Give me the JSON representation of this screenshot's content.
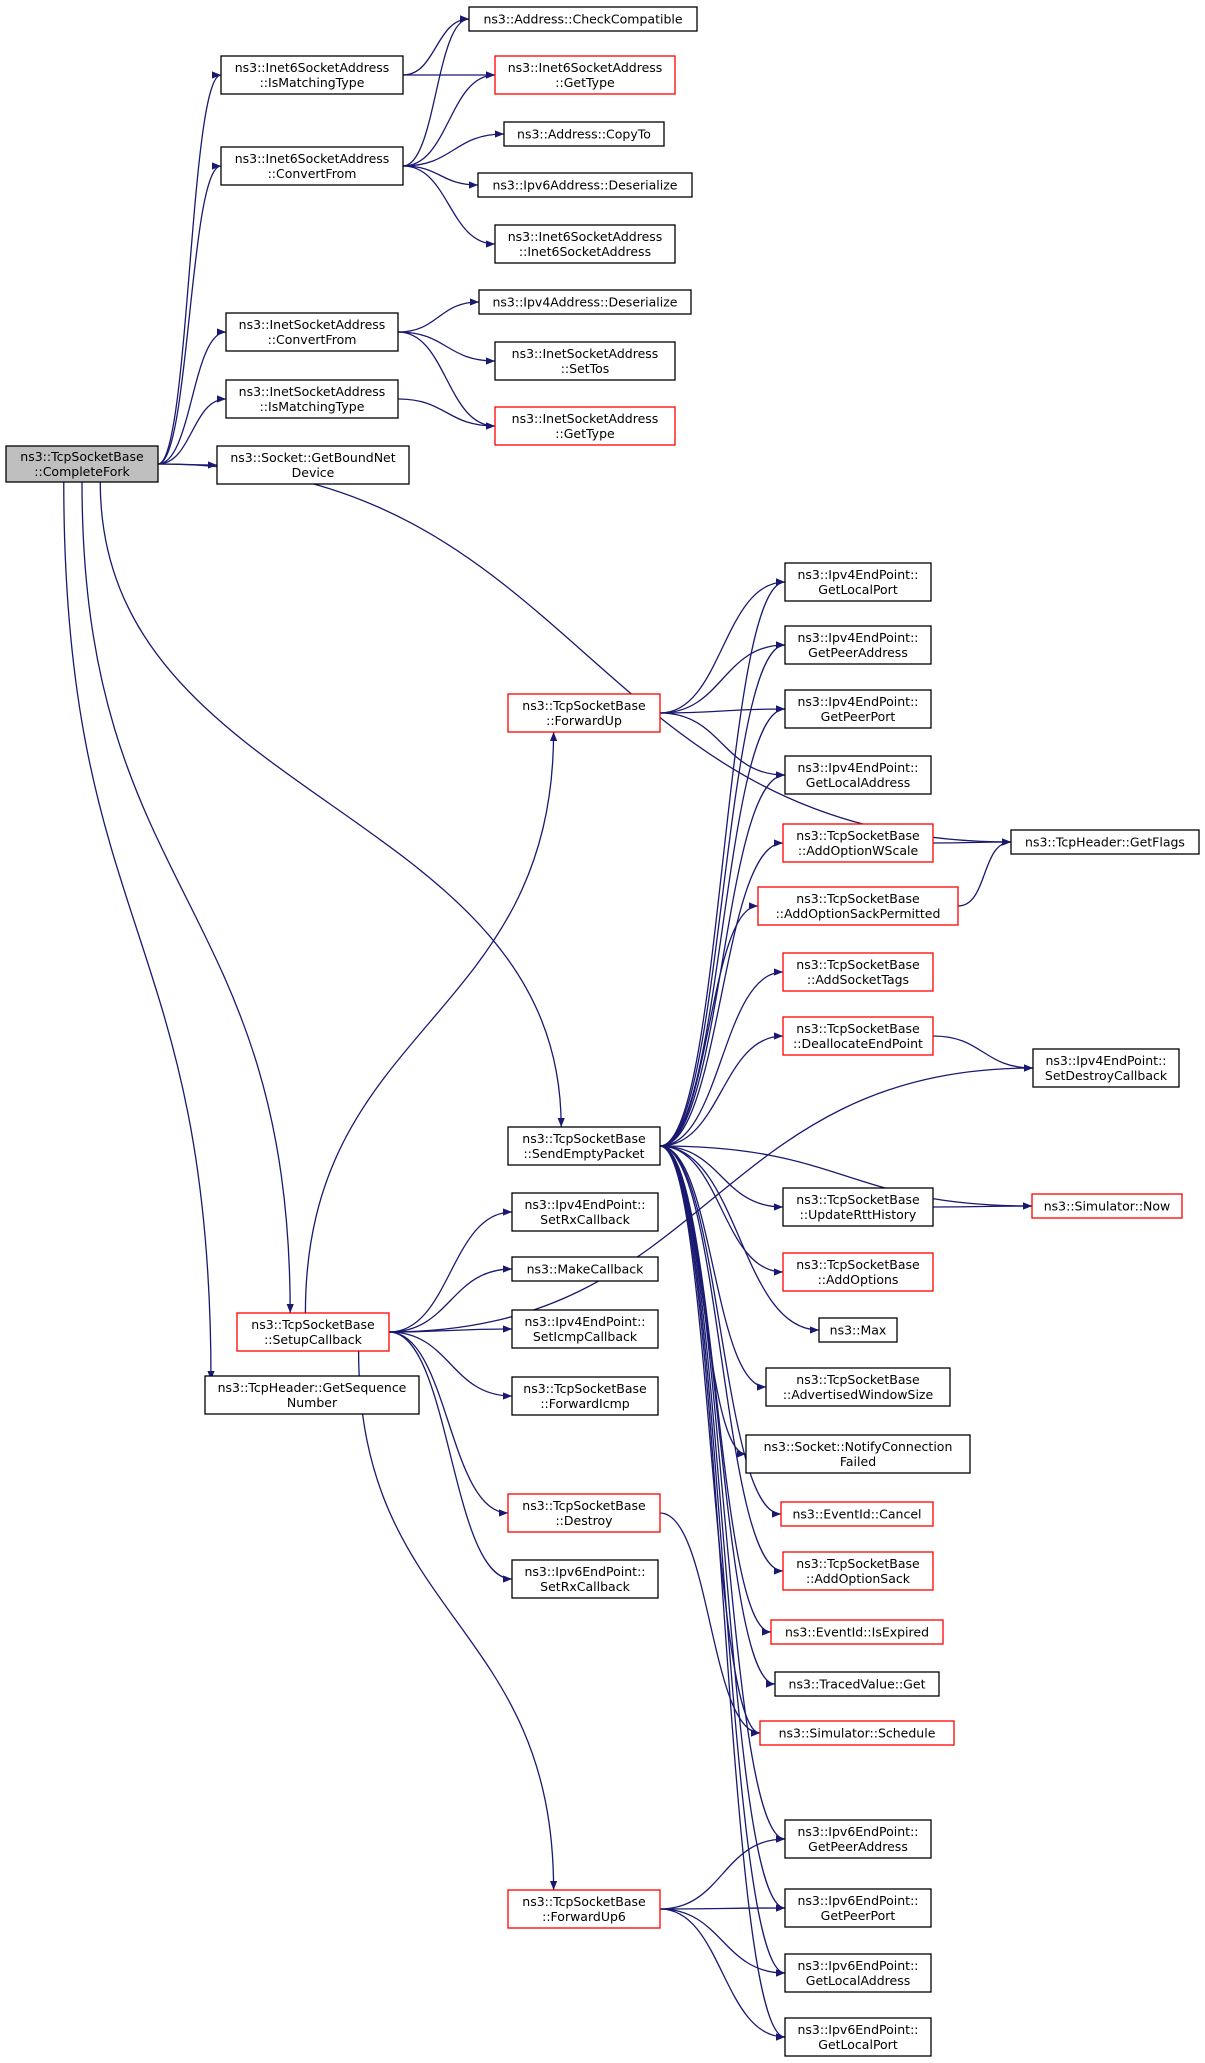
{
  "colors": {
    "edge": "#191970",
    "node_border_normal": "#000000",
    "node_border_truncated": "#ff0000",
    "root_fill": "#bfbfbf",
    "node_fill": "#ffffff"
  },
  "nodes": [
    {
      "id": "root",
      "lines": [
        "ns3::TcpSocketBase",
        "::CompleteFork"
      ],
      "style": "root"
    },
    {
      "id": "addr_check",
      "lines": [
        "ns3::Address::CheckCompatible"
      ],
      "style": "normal"
    },
    {
      "id": "i6_ismatch",
      "lines": [
        "ns3::Inet6SocketAddress",
        "::IsMatchingType"
      ],
      "style": "normal"
    },
    {
      "id": "i6_gettype",
      "lines": [
        "ns3::Inet6SocketAddress",
        "::GetType"
      ],
      "style": "truncated"
    },
    {
      "id": "i6_convert",
      "lines": [
        "ns3::Inet6SocketAddress",
        "::ConvertFrom"
      ],
      "style": "normal"
    },
    {
      "id": "addr_copyto",
      "lines": [
        "ns3::Address::CopyTo"
      ],
      "style": "normal"
    },
    {
      "id": "ipv6_deser",
      "lines": [
        "ns3::Ipv6Address::Deserialize"
      ],
      "style": "normal"
    },
    {
      "id": "i6_ctor",
      "lines": [
        "ns3::Inet6SocketAddress",
        "::Inet6SocketAddress"
      ],
      "style": "normal"
    },
    {
      "id": "i4_convert",
      "lines": [
        "ns3::InetSocketAddress",
        "::ConvertFrom"
      ],
      "style": "normal"
    },
    {
      "id": "ipv4_deser",
      "lines": [
        "ns3::Ipv4Address::Deserialize"
      ],
      "style": "normal"
    },
    {
      "id": "i4_settos",
      "lines": [
        "ns3::InetSocketAddress",
        "::SetTos"
      ],
      "style": "normal"
    },
    {
      "id": "i4_ismatch",
      "lines": [
        "ns3::InetSocketAddress",
        "::IsMatchingType"
      ],
      "style": "normal"
    },
    {
      "id": "i4_gettype",
      "lines": [
        "ns3::InetSocketAddress",
        "::GetType"
      ],
      "style": "truncated"
    },
    {
      "id": "sock_getbound",
      "lines": [
        "ns3::Socket::GetBoundNet",
        "Device"
      ],
      "style": "normal"
    },
    {
      "id": "ep4_localport",
      "lines": [
        "ns3::Ipv4EndPoint::",
        "GetLocalPort"
      ],
      "style": "normal"
    },
    {
      "id": "ep4_peeraddr",
      "lines": [
        "ns3::Ipv4EndPoint::",
        "GetPeerAddress"
      ],
      "style": "normal"
    },
    {
      "id": "ep4_peerport",
      "lines": [
        "ns3::Ipv4EndPoint::",
        "GetPeerPort"
      ],
      "style": "normal"
    },
    {
      "id": "ep4_localaddr",
      "lines": [
        "ns3::Ipv4EndPoint::",
        "GetLocalAddress"
      ],
      "style": "normal"
    },
    {
      "id": "forwardup",
      "lines": [
        "ns3::TcpSocketBase",
        "::ForwardUp"
      ],
      "style": "truncated"
    },
    {
      "id": "addopt_wscale",
      "lines": [
        "ns3::TcpSocketBase",
        "::AddOptionWScale"
      ],
      "style": "truncated"
    },
    {
      "id": "tcph_getflags",
      "lines": [
        "ns3::TcpHeader::GetFlags"
      ],
      "style": "normal"
    },
    {
      "id": "addopt_sackperm",
      "lines": [
        "ns3::TcpSocketBase",
        "::AddOptionSackPermitted"
      ],
      "style": "truncated"
    },
    {
      "id": "addsockettags",
      "lines": [
        "ns3::TcpSocketBase",
        "::AddSocketTags"
      ],
      "style": "truncated"
    },
    {
      "id": "dealloc_ep",
      "lines": [
        "ns3::TcpSocketBase",
        "::DeallocateEndPoint"
      ],
      "style": "truncated"
    },
    {
      "id": "ep4_setdestroy",
      "lines": [
        "ns3::Ipv4EndPoint::",
        "SetDestroyCallback"
      ],
      "style": "normal"
    },
    {
      "id": "sendempty",
      "lines": [
        "ns3::TcpSocketBase",
        "::SendEmptyPacket"
      ],
      "style": "normal"
    },
    {
      "id": "sim_now",
      "lines": [
        "ns3::Simulator::Now"
      ],
      "style": "truncated"
    },
    {
      "id": "updatertt",
      "lines": [
        "ns3::TcpSocketBase",
        "::UpdateRttHistory"
      ],
      "style": "normal"
    },
    {
      "id": "ep4_setrx",
      "lines": [
        "ns3::Ipv4EndPoint::",
        "SetRxCallback"
      ],
      "style": "normal"
    },
    {
      "id": "addoptions",
      "lines": [
        "ns3::TcpSocketBase",
        "::AddOptions"
      ],
      "style": "truncated"
    },
    {
      "id": "makecallback",
      "lines": [
        "ns3::MakeCallback"
      ],
      "style": "normal"
    },
    {
      "id": "max",
      "lines": [
        "ns3::Max"
      ],
      "style": "normal"
    },
    {
      "id": "setupcallback",
      "lines": [
        "ns3::TcpSocketBase",
        "::SetupCallback"
      ],
      "style": "truncated"
    },
    {
      "id": "ep4_seticmp",
      "lines": [
        "ns3::Ipv4EndPoint::",
        "SetIcmpCallback"
      ],
      "style": "normal"
    },
    {
      "id": "advwin",
      "lines": [
        "ns3::TcpSocketBase",
        "::AdvertisedWindowSize"
      ],
      "style": "normal"
    },
    {
      "id": "tcph_getseq",
      "lines": [
        "ns3::TcpHeader::GetSequence",
        "Number"
      ],
      "style": "normal"
    },
    {
      "id": "forwardicmp",
      "lines": [
        "ns3::TcpSocketBase",
        "::ForwardIcmp"
      ],
      "style": "normal"
    },
    {
      "id": "notifyconnfail",
      "lines": [
        "ns3::Socket::NotifyConnection",
        "Failed"
      ],
      "style": "normal"
    },
    {
      "id": "destroy",
      "lines": [
        "ns3::TcpSocketBase",
        "::Destroy"
      ],
      "style": "truncated"
    },
    {
      "id": "ev_cancel",
      "lines": [
        "ns3::EventId::Cancel"
      ],
      "style": "truncated"
    },
    {
      "id": "ep6_setrx",
      "lines": [
        "ns3::Ipv6EndPoint::",
        "SetRxCallback"
      ],
      "style": "normal"
    },
    {
      "id": "addopt_sack",
      "lines": [
        "ns3::TcpSocketBase",
        "::AddOptionSack"
      ],
      "style": "truncated"
    },
    {
      "id": "ev_isexpired",
      "lines": [
        "ns3::EventId::IsExpired"
      ],
      "style": "truncated"
    },
    {
      "id": "tv_get",
      "lines": [
        "ns3::TracedValue::Get"
      ],
      "style": "normal"
    },
    {
      "id": "sim_schedule",
      "lines": [
        "ns3::Simulator::Schedule"
      ],
      "style": "truncated"
    },
    {
      "id": "ep6_peeraddr",
      "lines": [
        "ns3::Ipv6EndPoint::",
        "GetPeerAddress"
      ],
      "style": "normal"
    },
    {
      "id": "forwardup6",
      "lines": [
        "ns3::TcpSocketBase",
        "::ForwardUp6"
      ],
      "style": "truncated"
    },
    {
      "id": "ep6_peerport",
      "lines": [
        "ns3::Ipv6EndPoint::",
        "GetPeerPort"
      ],
      "style": "normal"
    },
    {
      "id": "ep6_localaddr",
      "lines": [
        "ns3::Ipv6EndPoint::",
        "GetLocalAddress"
      ],
      "style": "normal"
    },
    {
      "id": "ep6_localport",
      "lines": [
        "ns3::Ipv6EndPoint::",
        "GetLocalPort"
      ],
      "style": "normal"
    }
  ],
  "edges": [
    [
      "root",
      "i6_ismatch"
    ],
    [
      "root",
      "i6_convert"
    ],
    [
      "root",
      "i4_convert"
    ],
    [
      "root",
      "i4_ismatch"
    ],
    [
      "root",
      "sock_getbound"
    ],
    [
      "root",
      "tcph_getflags"
    ],
    [
      "root",
      "sendempty"
    ],
    [
      "root",
      "setupcallback"
    ],
    [
      "root",
      "tcph_getseq"
    ],
    [
      "i6_ismatch",
      "addr_check"
    ],
    [
      "i6_ismatch",
      "i6_gettype"
    ],
    [
      "i6_convert",
      "addr_check"
    ],
    [
      "i6_convert",
      "i6_gettype"
    ],
    [
      "i6_convert",
      "addr_copyto"
    ],
    [
      "i6_convert",
      "ipv6_deser"
    ],
    [
      "i6_convert",
      "i6_ctor"
    ],
    [
      "i4_convert",
      "ipv4_deser"
    ],
    [
      "i4_convert",
      "i4_settos"
    ],
    [
      "i4_convert",
      "i4_gettype"
    ],
    [
      "i4_ismatch",
      "i4_gettype"
    ],
    [
      "forwardup",
      "ep4_localport"
    ],
    [
      "forwardup",
      "ep4_peeraddr"
    ],
    [
      "forwardup",
      "ep4_peerport"
    ],
    [
      "forwardup",
      "ep4_localaddr"
    ],
    [
      "addopt_wscale",
      "tcph_getflags"
    ],
    [
      "addopt_sackperm",
      "tcph_getflags"
    ],
    [
      "dealloc_ep",
      "ep4_setdestroy"
    ],
    [
      "sendempty",
      "ep4_localport"
    ],
    [
      "sendempty",
      "ep4_peeraddr"
    ],
    [
      "sendempty",
      "ep4_peerport"
    ],
    [
      "sendempty",
      "ep4_localaddr"
    ],
    [
      "sendempty",
      "addopt_wscale"
    ],
    [
      "sendempty",
      "addopt_sackperm"
    ],
    [
      "sendempty",
      "addsockettags"
    ],
    [
      "sendempty",
      "dealloc_ep"
    ],
    [
      "sendempty",
      "sim_now"
    ],
    [
      "sendempty",
      "updatertt"
    ],
    [
      "sendempty",
      "addoptions"
    ],
    [
      "sendempty",
      "max"
    ],
    [
      "sendempty",
      "advwin"
    ],
    [
      "sendempty",
      "notifyconnfail"
    ],
    [
      "sendempty",
      "ev_cancel"
    ],
    [
      "sendempty",
      "addopt_sack"
    ],
    [
      "sendempty",
      "ev_isexpired"
    ],
    [
      "sendempty",
      "tv_get"
    ],
    [
      "sendempty",
      "sim_schedule"
    ],
    [
      "sendempty",
      "ep6_peeraddr"
    ],
    [
      "sendempty",
      "ep6_peerport"
    ],
    [
      "sendempty",
      "ep6_localaddr"
    ],
    [
      "sendempty",
      "ep6_localport"
    ],
    [
      "updatertt",
      "sim_now"
    ],
    [
      "setupcallback",
      "forwardup"
    ],
    [
      "setupcallback",
      "ep4_setrx"
    ],
    [
      "setupcallback",
      "makecallback"
    ],
    [
      "setupcallback",
      "ep4_seticmp"
    ],
    [
      "setupcallback",
      "forwardicmp"
    ],
    [
      "setupcallback",
      "ep4_setdestroy"
    ],
    [
      "setupcallback",
      "destroy"
    ],
    [
      "setupcallback",
      "ep6_setrx"
    ],
    [
      "setupcallback",
      "forwardup6"
    ],
    [
      "destroy",
      "sim_schedule"
    ],
    [
      "forwardup6",
      "ep6_peeraddr"
    ],
    [
      "forwardup6",
      "ep6_peerport"
    ],
    [
      "forwardup6",
      "ep6_localaddr"
    ],
    [
      "forwardup6",
      "ep6_localport"
    ]
  ]
}
